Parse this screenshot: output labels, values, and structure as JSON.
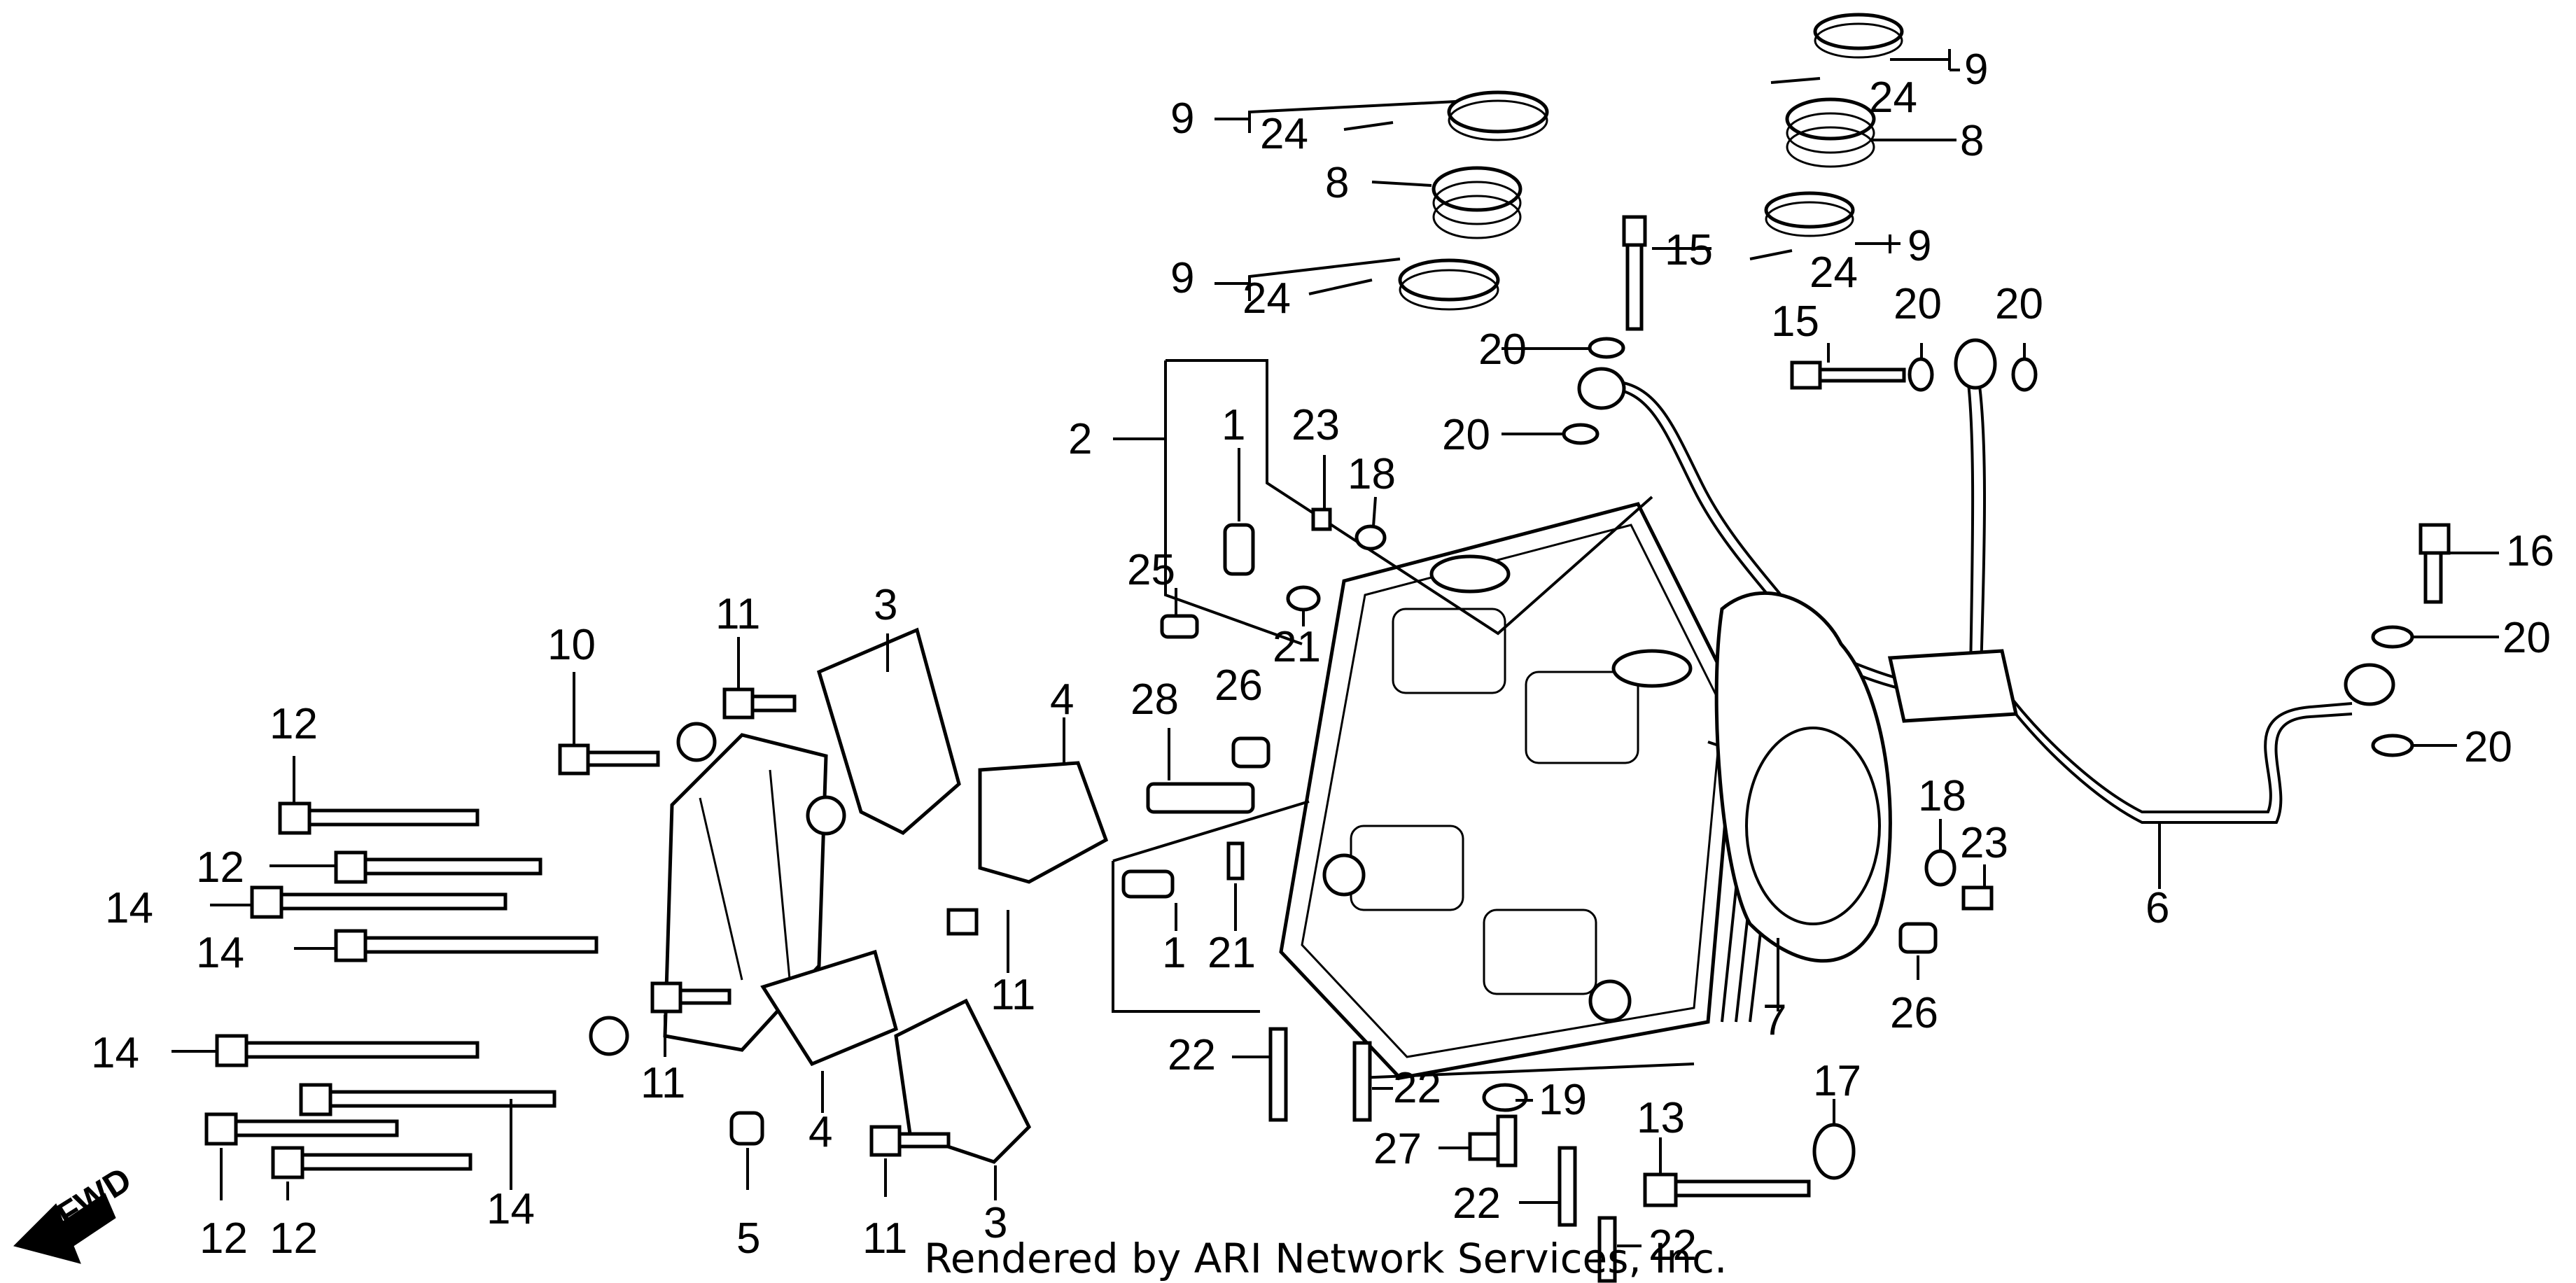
{
  "credit": "Rendered by ARI Network Services, Inc.",
  "fwd_label": "FWD",
  "callouts": [
    {
      "id": "c9a",
      "text": "9"
    },
    {
      "id": "c24a",
      "text": "24"
    },
    {
      "id": "c8a",
      "text": "8"
    },
    {
      "id": "c9b",
      "text": "9"
    },
    {
      "id": "c24b",
      "text": "24"
    },
    {
      "id": "c9c",
      "text": "9"
    },
    {
      "id": "c24c",
      "text": "24"
    },
    {
      "id": "c8b",
      "text": "8"
    },
    {
      "id": "c9d",
      "text": "9"
    },
    {
      "id": "c24d",
      "text": "24"
    },
    {
      "id": "c15a",
      "text": "15"
    },
    {
      "id": "c15b",
      "text": "15"
    },
    {
      "id": "c20a",
      "text": "20"
    },
    {
      "id": "c20b",
      "text": "20"
    },
    {
      "id": "c20c",
      "text": "20"
    },
    {
      "id": "c20d",
      "text": "20"
    },
    {
      "id": "c2",
      "text": "2"
    },
    {
      "id": "c1a",
      "text": "1"
    },
    {
      "id": "c23a",
      "text": "23"
    },
    {
      "id": "c18a",
      "text": "18"
    },
    {
      "id": "c25",
      "text": "25"
    },
    {
      "id": "c21a",
      "text": "21"
    },
    {
      "id": "c16",
      "text": "16"
    },
    {
      "id": "c20e",
      "text": "20"
    },
    {
      "id": "c20f",
      "text": "20"
    },
    {
      "id": "c3a",
      "text": "3"
    },
    {
      "id": "c11a",
      "text": "11"
    },
    {
      "id": "c10",
      "text": "10"
    },
    {
      "id": "c4a",
      "text": "4"
    },
    {
      "id": "c28",
      "text": "28"
    },
    {
      "id": "c26a",
      "text": "26"
    },
    {
      "id": "c12a",
      "text": "12"
    },
    {
      "id": "c12b",
      "text": "12"
    },
    {
      "id": "c14a",
      "text": "14"
    },
    {
      "id": "c14b",
      "text": "14"
    },
    {
      "id": "c18b",
      "text": "18"
    },
    {
      "id": "c23b",
      "text": "23"
    },
    {
      "id": "c6",
      "text": "6"
    },
    {
      "id": "c1b",
      "text": "1"
    },
    {
      "id": "c21b",
      "text": "21"
    },
    {
      "id": "c11b",
      "text": "11"
    },
    {
      "id": "c7",
      "text": "7"
    },
    {
      "id": "c26b",
      "text": "26"
    },
    {
      "id": "c14c",
      "text": "14"
    },
    {
      "id": "c11c",
      "text": "11"
    },
    {
      "id": "c4b",
      "text": "4"
    },
    {
      "id": "c22a",
      "text": "22"
    },
    {
      "id": "c22b",
      "text": "22"
    },
    {
      "id": "c19",
      "text": "19"
    },
    {
      "id": "c17",
      "text": "17"
    },
    {
      "id": "c13",
      "text": "13"
    },
    {
      "id": "c14d",
      "text": "14"
    },
    {
      "id": "c27",
      "text": "27"
    },
    {
      "id": "c22c",
      "text": "22"
    },
    {
      "id": "c22d",
      "text": "22"
    },
    {
      "id": "c12c",
      "text": "12"
    },
    {
      "id": "c12d",
      "text": "12"
    },
    {
      "id": "c5",
      "text": "5"
    },
    {
      "id": "c11d",
      "text": "11"
    },
    {
      "id": "c3b",
      "text": "3"
    }
  ]
}
